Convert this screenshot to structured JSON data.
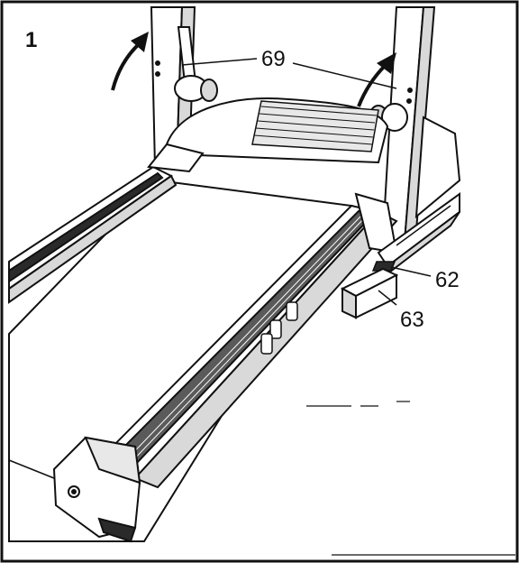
{
  "figure": {
    "step_number": "1",
    "callouts": {
      "upright_arms": "69",
      "base_slot": "62",
      "base_pad": "63"
    }
  },
  "colors": {
    "ink": "#111111",
    "paper": "#ffffff",
    "shade": "#d9d9d9",
    "dark_shade": "#5a5a5a"
  }
}
